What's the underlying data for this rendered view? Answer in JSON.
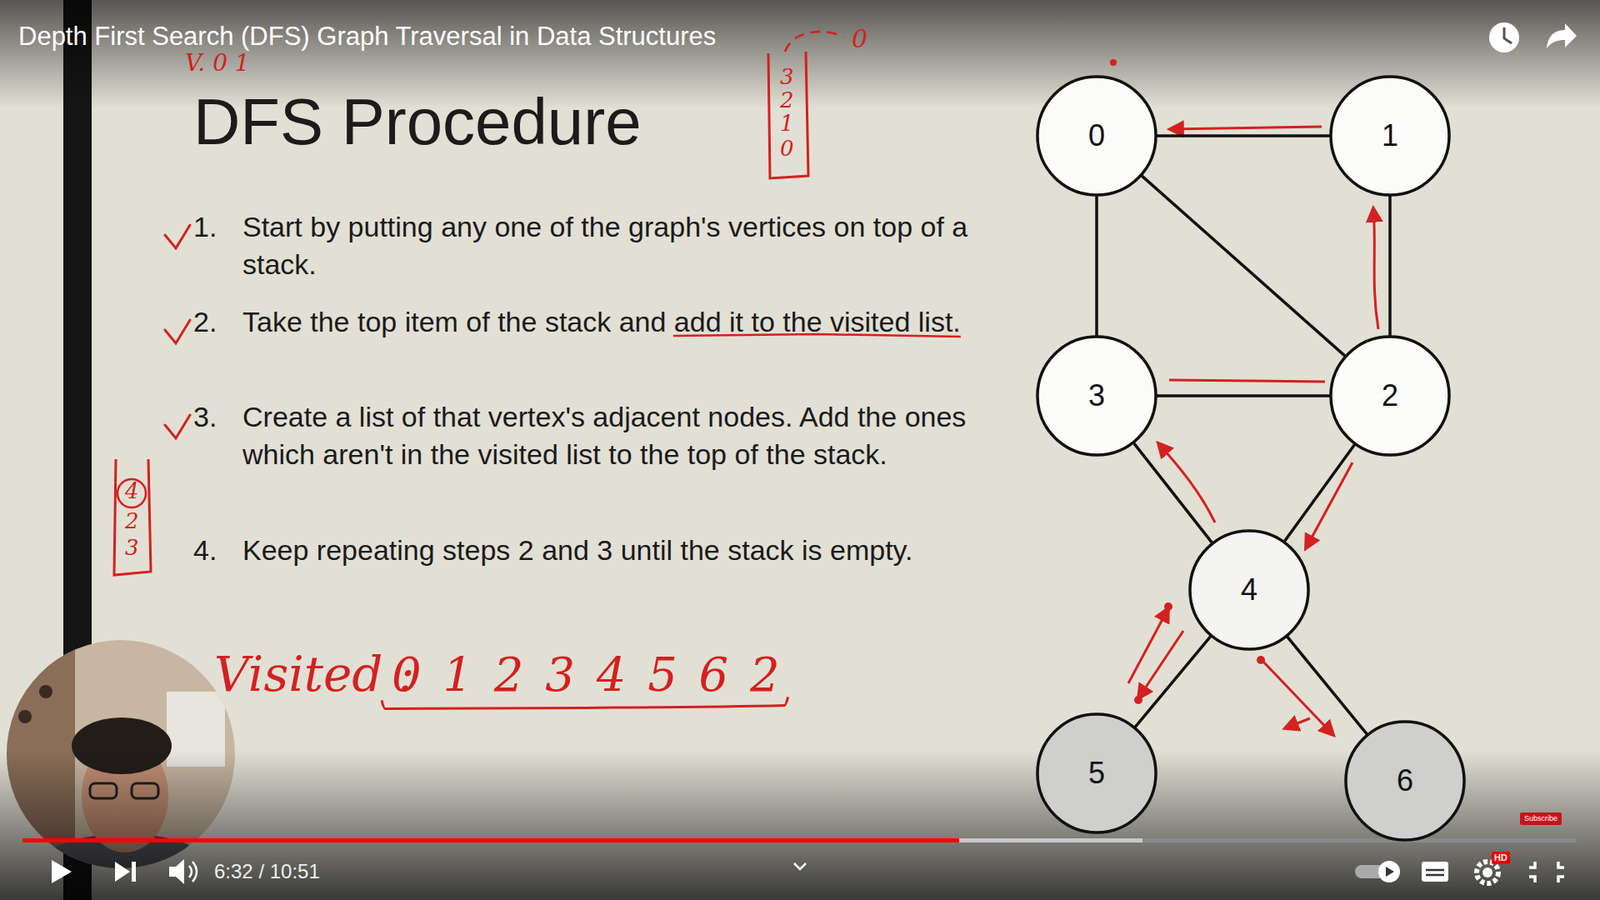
{
  "diagram": {
    "title": "DFS Procedure",
    "nodes": [
      {
        "text": [
          "0"
        ]
      },
      {
        "text": [
          "1"
        ]
      },
      {
        "text": [
          "3"
        ]
      },
      {
        "text": [
          "2"
        ]
      },
      {
        "text": [
          "4"
        ]
      },
      {
        "text": [
          "5"
        ]
      },
      {
        "text": [
          "6"
        ]
      }
    ],
    "edges": [
      {
        "from": 0,
        "to": 1,
        "arrow": "none"
      },
      {
        "from": 0,
        "to": 2,
        "arrow": "none"
      },
      {
        "from": 0,
        "to": 3,
        "arrow": "none"
      },
      {
        "from": 1,
        "to": 3,
        "arrow": "none"
      },
      {
        "from": 2,
        "to": 3,
        "arrow": "none"
      },
      {
        "from": 2,
        "to": 4,
        "arrow": "none"
      },
      {
        "from": 3,
        "to": 4,
        "arrow": "none"
      },
      {
        "from": 4,
        "to": 5,
        "arrow": "none"
      },
      {
        "from": 4,
        "to": 6,
        "arrow": "none"
      }
    ],
    "labels": [
      "Depth First Search (DFS) Graph Traversal in Data Structures",
      "1.",
      "Start by putting any one of the graph's vertices on top of a stack.",
      "2.",
      "Take the top item of the stack and add it to the visited list.",
      "3.",
      "Create a list of that vertex's adjacent nodes. Add the ones which aren't in the visited list to the top of the stack.",
      "4.",
      "Keep repeating steps 2 and 3 until the stack is empty.",
      "Visited :",
      "0 1 2 3 4 5 6 2",
      "3",
      "2",
      "1",
      "0",
      "4",
      "2",
      "3",
      "0",
      "V. 0 1",
      "6:32 / 10:51",
      "HD",
      "Subscribe"
    ]
  }
}
